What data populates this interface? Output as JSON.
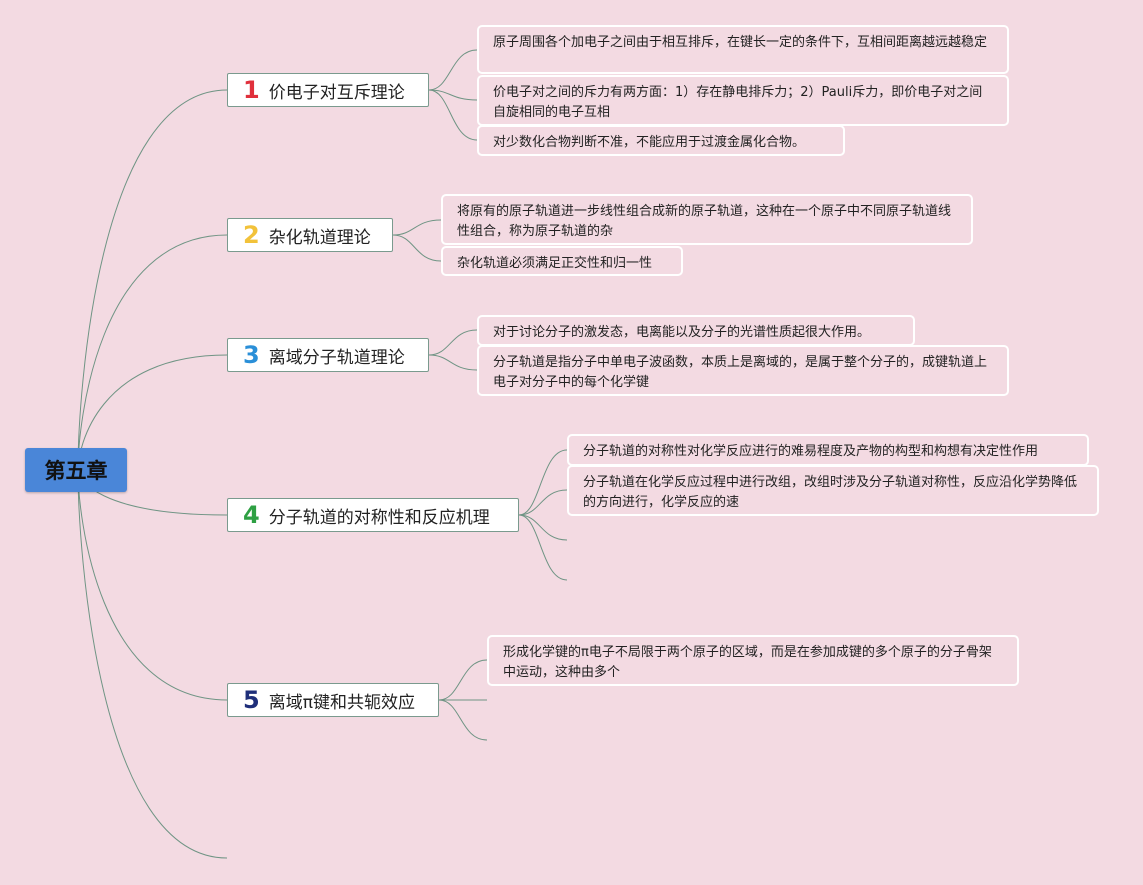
{
  "root": {
    "title": "第五章",
    "color": "#4a86d8"
  },
  "branches": [
    {
      "number": "1",
      "number_color": "#e0303c",
      "label": "价电子对互斥理论",
      "leaves": [
        "原子周围各个加电子之间由于相互排斥，在键长一定的条件下，互相间距离越远越稳定",
        "价电子对之间的斥力有两方面：1）存在静电排斥力；2）Pauli斥力，即价电子对之间自旋相同的电子互相",
        "对少数化合物判断不准，不能应用于过渡金属化合物。"
      ]
    },
    {
      "number": "2",
      "number_color": "#f2c23a",
      "label": "杂化轨道理论",
      "leaves": [
        "将原有的原子轨道进一步线性组合成新的原子轨道，这种在一个原子中不同原子轨道线性组合，称为原子轨道的杂",
        "杂化轨道必须满足正交性和归一性"
      ]
    },
    {
      "number": "3",
      "number_color": "#2a8fd8",
      "label": "离域分子轨道理论",
      "leaves": [
        "对于讨论分子的激发态，电离能以及分子的光谱性质起很大作用。",
        "分子轨道是指分子中单电子波函数，本质上是离域的，是属于整个分子的，成键轨道上电子对分子中的每个化学键"
      ]
    },
    {
      "number": "4",
      "number_color": "#2ea043",
      "label": "分子轨道的对称性和反应机理",
      "leaves": [
        "分子轨道的对称性对化学反应进行的难易程度及产物的构型和构想有决定性作用",
        "分子轨道在化学反应过程中进行改组，改组时涉及分子轨道对称性，反应沿化学势降低的方向进行，化学反应的速"
      ]
    },
    {
      "number": "5",
      "number_color": "#1f2f7a",
      "label": "离域π键和共轭效应",
      "leaves": [
        "形成化学键的π电子不局限于两个原子的区域，而是在参加成键的多个原子的分子骨架中运动，这种由多个"
      ]
    }
  ],
  "line_color": "#6f9484"
}
